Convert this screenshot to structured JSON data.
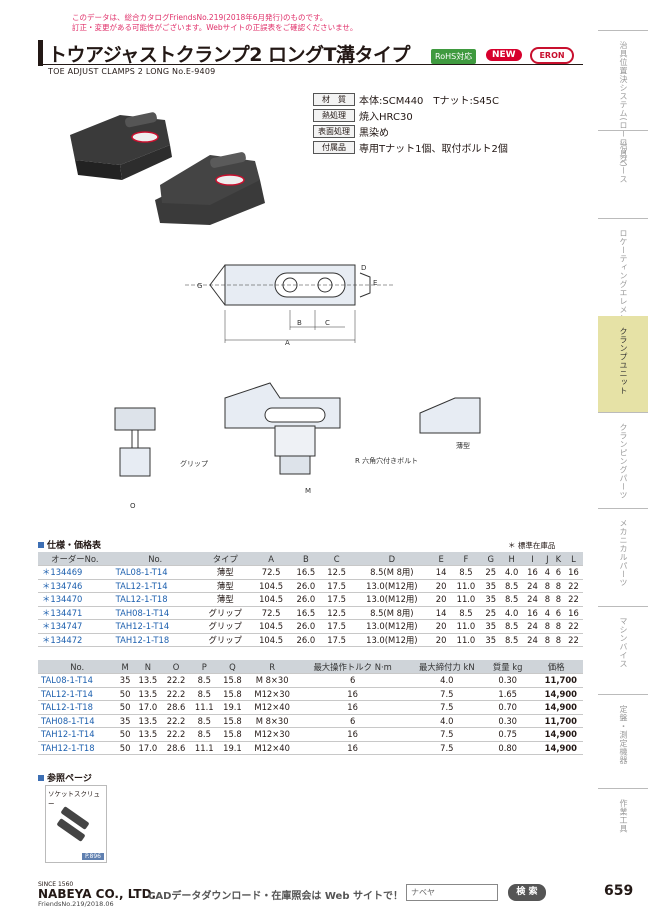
{
  "notice": [
    "このデータは、総合カタログFriendsNo.219(2018年6月発行)のものです。",
    "訂正・変更がある可能性がございます。Webサイトの正誤表をご確認くださいませ。"
  ],
  "title": "トウアジャストクランプ2 ロングT溝タイプ",
  "subtitle": "TOE ADJUST CLAMPS 2 LONG  No.E-9409",
  "badges": {
    "rohs": "RoHS対応",
    "new": "NEW",
    "brand": "ERON"
  },
  "specs": [
    {
      "label": "材　質",
      "value": "本体:SCM440　Tナット:S45C"
    },
    {
      "label": "熱処理",
      "value": "焼入HRC30"
    },
    {
      "label": "表面処理",
      "value": "黒染め"
    },
    {
      "label": "付属品",
      "value": "専用Tナット1個、取付ボルト2個"
    }
  ],
  "diagram_labels": {
    "grip": "グリップ",
    "thin": "薄型",
    "bolt": "R 六角穴付きボルト"
  },
  "sidebar": [
    "治具位置決システム(ローロック)",
    "治具ベース",
    "ロケーティングエレメント",
    "クランプユニット",
    "クランピングパーツ",
    "メカニカルパーツ",
    "マシンバイス",
    "定盤・測定機器",
    "作業工具"
  ],
  "sidebar_active": 3,
  "section1": "仕様・価格表",
  "stock_note": "＊ 標準在庫品",
  "table1": {
    "headers": [
      "オーダーNo.",
      "No.",
      "タイプ",
      "A",
      "B",
      "C",
      "D",
      "E",
      "F",
      "G",
      "H",
      "I",
      "J",
      "K",
      "L"
    ],
    "rows": [
      [
        "＊134469",
        "TAL08-1-T14",
        "薄型",
        "72.5",
        "16.5",
        "12.5",
        "8.5(M 8用)",
        "14",
        "8.5",
        "25",
        "4.0",
        "16",
        "4",
        "6",
        "16"
      ],
      [
        "＊134746",
        "TAL12-1-T14",
        "薄型",
        "104.5",
        "26.0",
        "17.5",
        "13.0(M12用)",
        "20",
        "11.0",
        "35",
        "8.5",
        "24",
        "8",
        "8",
        "22"
      ],
      [
        "＊134470",
        "TAL12-1-T18",
        "薄型",
        "104.5",
        "26.0",
        "17.5",
        "13.0(M12用)",
        "20",
        "11.0",
        "35",
        "8.5",
        "24",
        "8",
        "8",
        "22"
      ],
      [
        "＊134471",
        "TAH08-1-T14",
        "グリップ",
        "72.5",
        "16.5",
        "12.5",
        "8.5(M 8用)",
        "14",
        "8.5",
        "25",
        "4.0",
        "16",
        "4",
        "6",
        "16"
      ],
      [
        "＊134747",
        "TAH12-1-T14",
        "グリップ",
        "104.5",
        "26.0",
        "17.5",
        "13.0(M12用)",
        "20",
        "11.0",
        "35",
        "8.5",
        "24",
        "8",
        "8",
        "22"
      ],
      [
        "＊134472",
        "TAH12-1-T18",
        "グリップ",
        "104.5",
        "26.0",
        "17.5",
        "13.0(M12用)",
        "20",
        "11.0",
        "35",
        "8.5",
        "24",
        "8",
        "8",
        "22"
      ]
    ]
  },
  "table2": {
    "headers": [
      "No.",
      "M",
      "N",
      "O",
      "P",
      "Q",
      "R",
      "最大操作トルク N·m",
      "最大締付力 kN",
      "質量 kg",
      "価格"
    ],
    "rows": [
      [
        "TAL08-1-T14",
        "35",
        "13.5",
        "22.2",
        "8.5",
        "15.8",
        "M 8×30",
        "6",
        "4.0",
        "0.30",
        "11,700"
      ],
      [
        "TAL12-1-T14",
        "50",
        "13.5",
        "22.2",
        "8.5",
        "15.8",
        "M12×30",
        "16",
        "7.5",
        "1.65",
        "14,900"
      ],
      [
        "TAL12-1-T18",
        "50",
        "17.0",
        "28.6",
        "11.1",
        "19.1",
        "M12×40",
        "16",
        "7.5",
        "0.70",
        "14,900"
      ],
      [
        "TAH08-1-T14",
        "35",
        "13.5",
        "22.2",
        "8.5",
        "15.8",
        "M 8×30",
        "6",
        "4.0",
        "0.30",
        "11,700"
      ],
      [
        "TAH12-1-T14",
        "50",
        "13.5",
        "22.2",
        "8.5",
        "15.8",
        "M12×30",
        "16",
        "7.5",
        "0.75",
        "14,900"
      ],
      [
        "TAH12-1-T18",
        "50",
        "17.0",
        "28.6",
        "11.1",
        "19.1",
        "M12×40",
        "16",
        "7.5",
        "0.80",
        "14,900"
      ]
    ]
  },
  "section2": "参照ページ",
  "ref": {
    "label": "ソケットスクリュー",
    "page": "P.896"
  },
  "footer": {
    "since": "SINCE 1560",
    "brand": "NABEYA CO., LTD.",
    "friends": "FriendsNo.219/2018.06",
    "cad_text": "CADデータダウンロード・在庫照会は Web サイトで！",
    "search_value": "ナベヤ",
    "search_button": "検 索",
    "page": "659"
  }
}
